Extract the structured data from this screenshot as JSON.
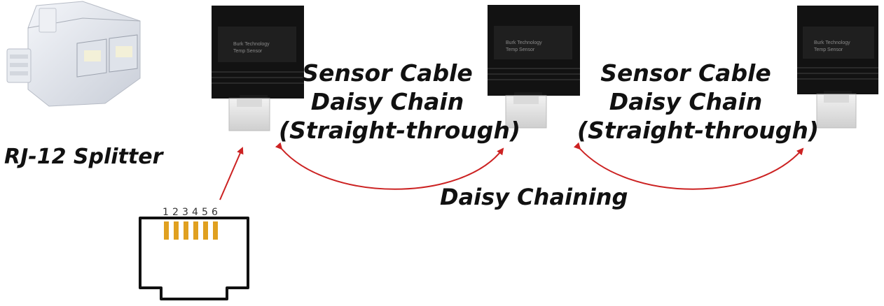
{
  "labels": {
    "splitter": "RJ-12 Splitter",
    "cable_1": [
      "Sensor Cable",
      "Daisy Chain",
      "(Straight-through)"
    ],
    "cable_2": [
      "Sensor Cable",
      "Daisy Chain",
      "(Straight-through)"
    ],
    "daisy_chaining": "Daisy Chaining"
  },
  "sensors": [
    {
      "brand": "Burk Technology",
      "model": "Temp Sensor"
    },
    {
      "brand": "Burk Technology",
      "model": "Temp Sensor"
    },
    {
      "brand": "Burk Technology",
      "model": "Temp Sensor"
    }
  ],
  "jack": {
    "pins": [
      "1",
      "2",
      "3",
      "4",
      "5",
      "6"
    ]
  },
  "colors": {
    "arrow": "#cc2222",
    "sensor_body": "#121212",
    "pin": "#e0a020",
    "text": "#111111"
  }
}
